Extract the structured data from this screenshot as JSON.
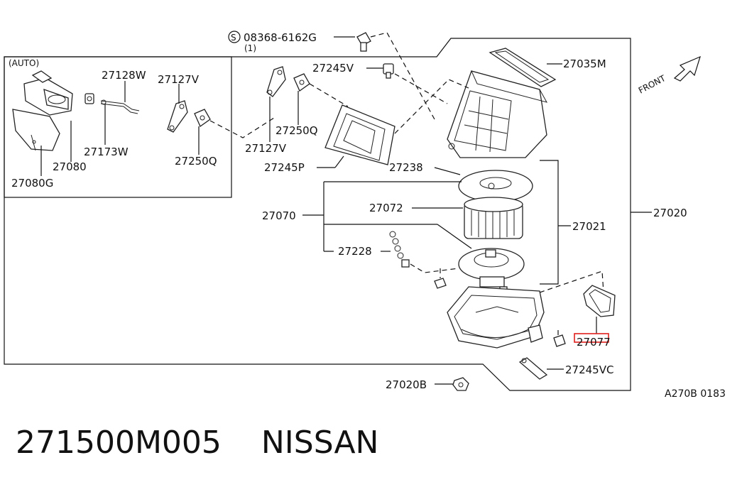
{
  "diagram": {
    "inset_title": "(AUTO)",
    "screw_symbol": "S",
    "screw_number": "08368-6162G",
    "screw_qty": "(1)",
    "front_label": "FRONT",
    "reference_code": "A270B 0183",
    "highlight_color": "#e0201c",
    "part_labels": {
      "p27128W": "27128W",
      "p27127V_top": "27127V",
      "p27173W": "27173W",
      "p27080": "27080",
      "p27250Q_left": "27250Q",
      "p27080G": "27080G",
      "p27245V": "27245V",
      "p27035M": "27035M",
      "p27250Q_mid": "27250Q",
      "p27127V_mid": "27127V",
      "p27245P": "27245P",
      "p27238": "27238",
      "p27070": "27070",
      "p27072": "27072",
      "p27021": "27021",
      "p27020": "27020",
      "p27228": "27228",
      "p27077": "27077",
      "p27245VC": "27245VC",
      "p27020B": "27020B"
    }
  },
  "caption": {
    "part_number": "271500M005",
    "brand": "NISSAN"
  }
}
